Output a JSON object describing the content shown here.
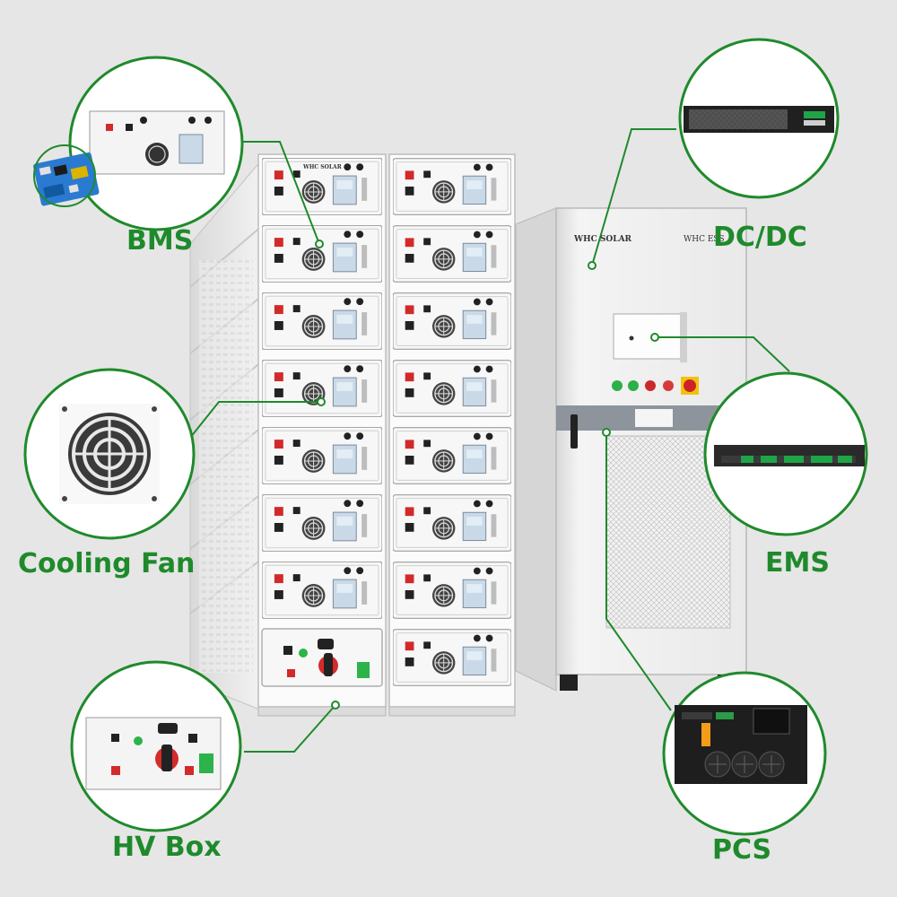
{
  "brand": "WHC SOLAR",
  "cabinet_model": "WHC ESS",
  "accent_color": "#1f8a2b",
  "labels": {
    "bms": "BMS",
    "cooling_fan": "Cooling Fan",
    "hv_box": "HV Box",
    "dcdc": "DC/DC",
    "ems": "EMS",
    "pcs": "PCS"
  }
}
